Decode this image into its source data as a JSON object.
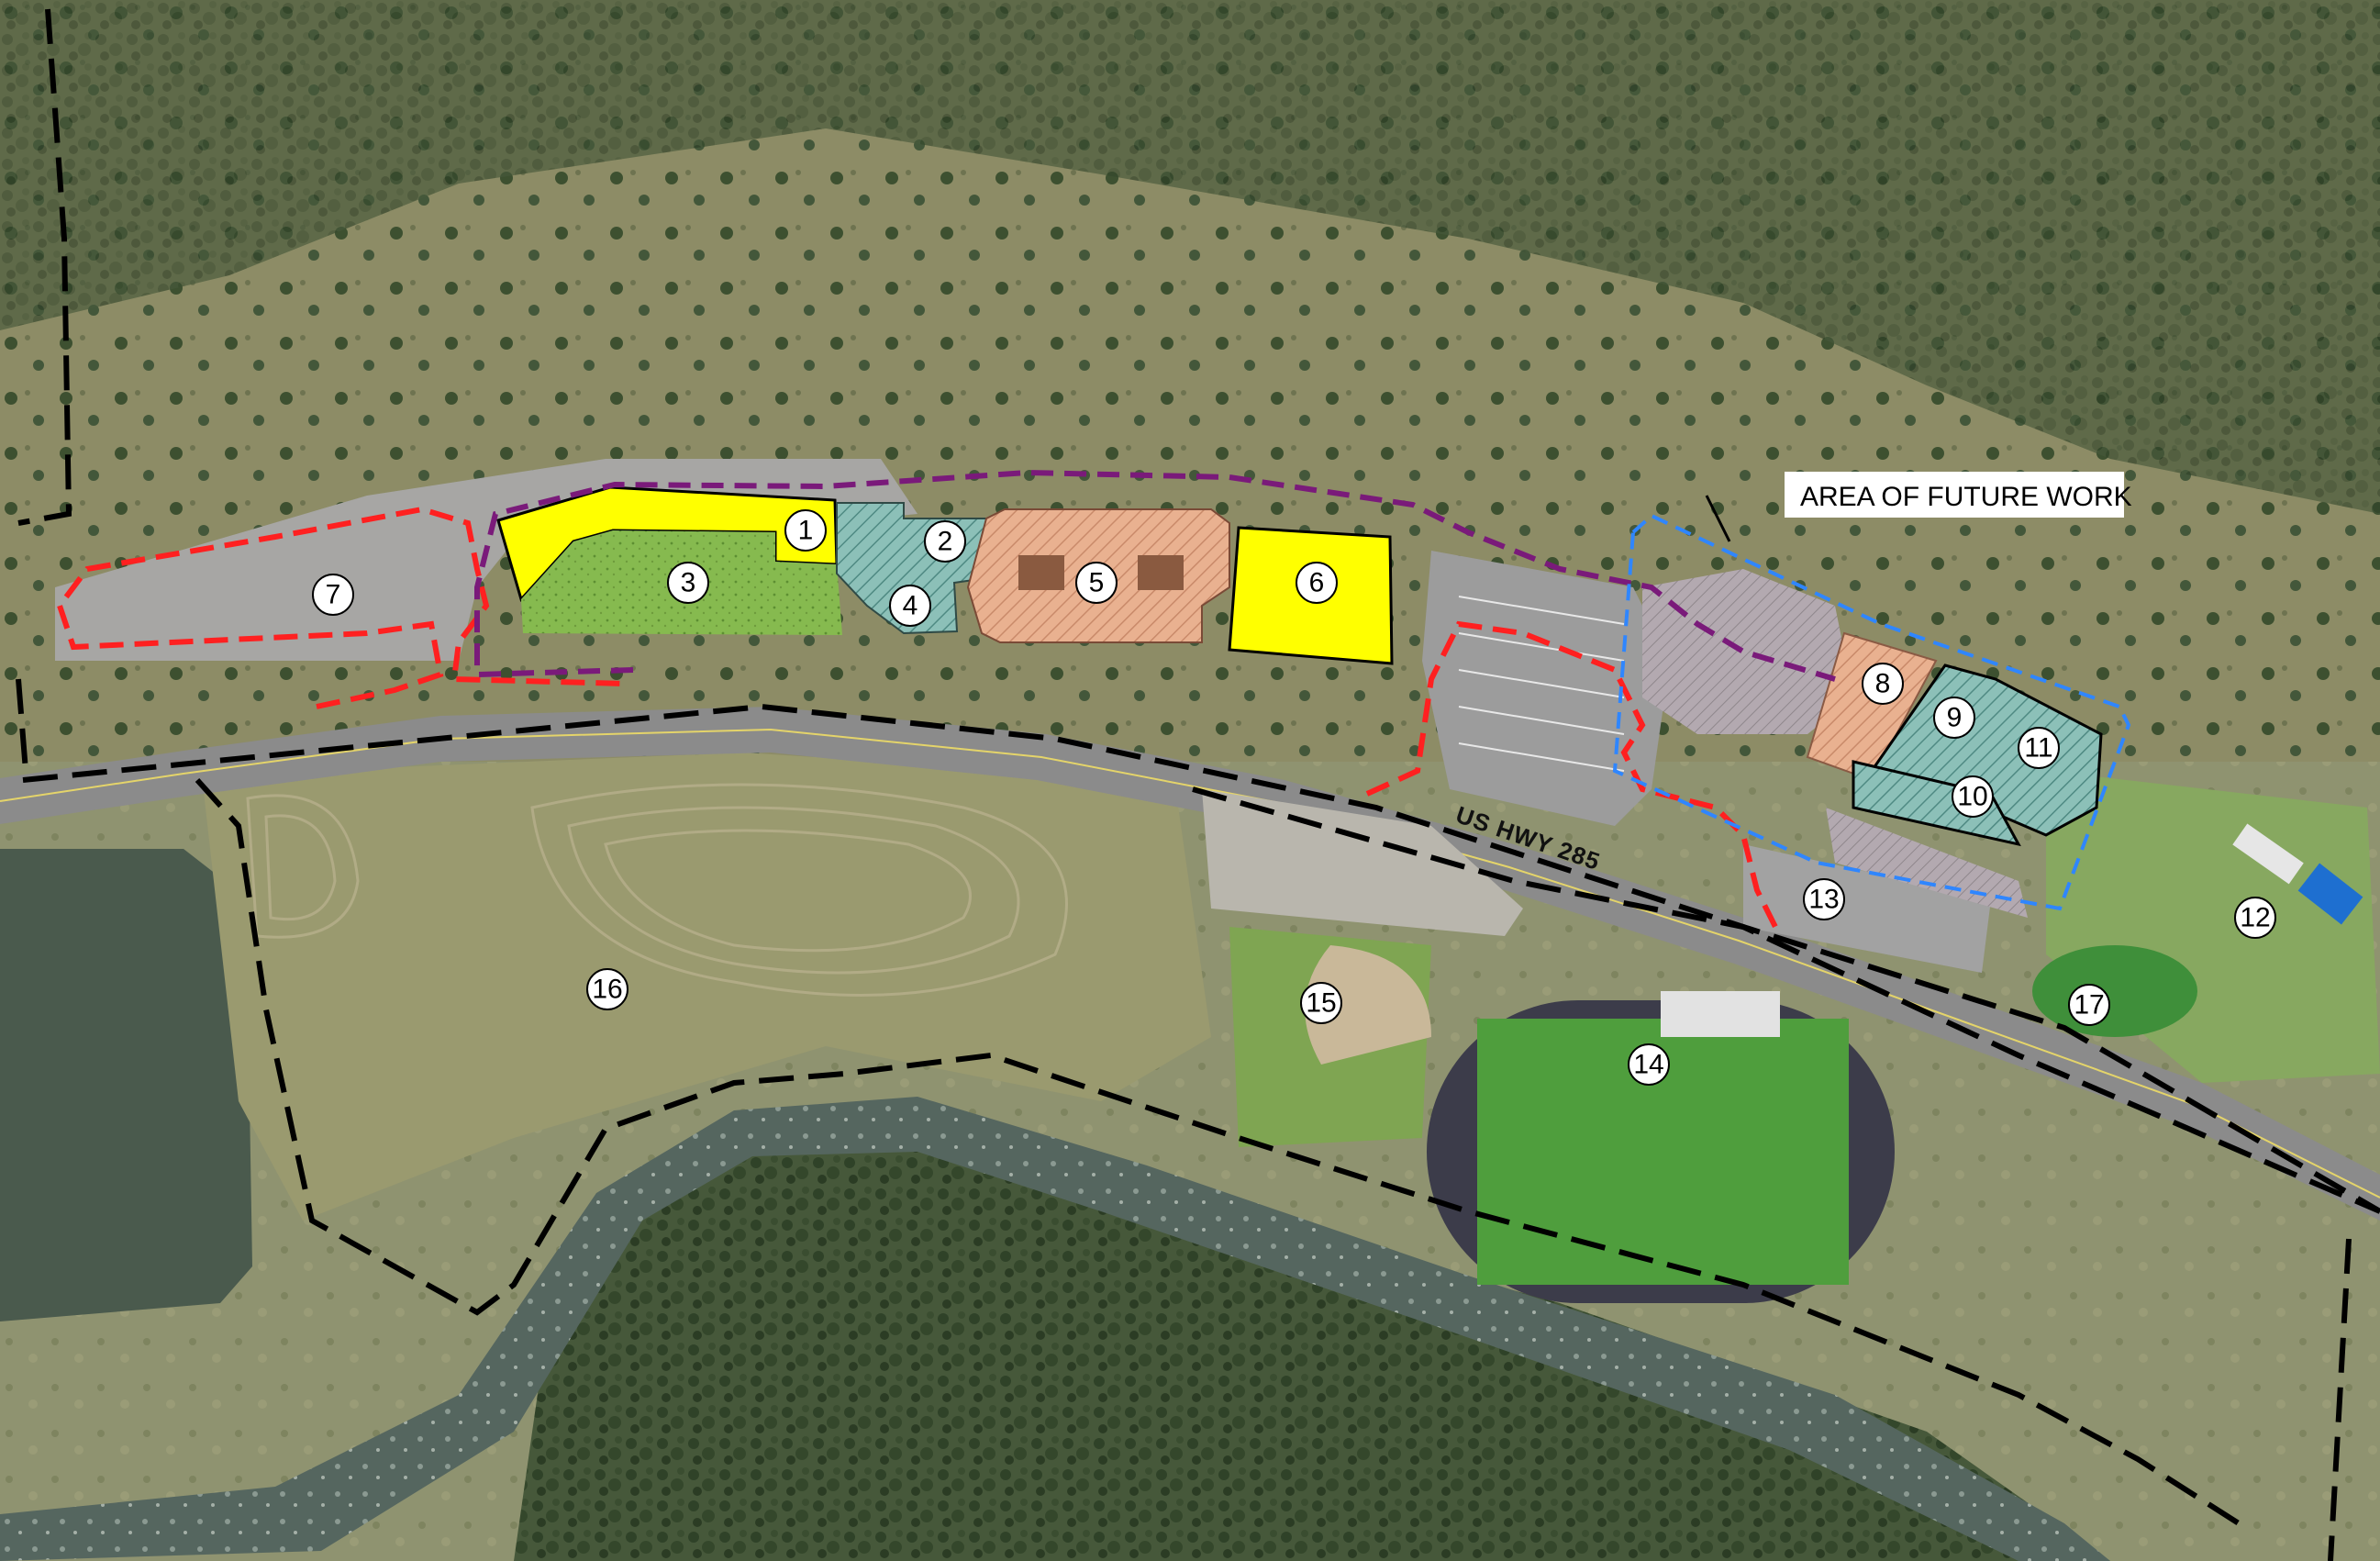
{
  "map": {
    "callout_label": "AREA OF FUTURE WORK",
    "highway_label": "US HWY 285",
    "site_numbers": [
      "1",
      "2",
      "3",
      "4",
      "5",
      "6",
      "7",
      "8",
      "9",
      "10",
      "11",
      "12",
      "13",
      "14",
      "15",
      "16",
      "17"
    ]
  },
  "colors": {
    "forest": "#3f5233",
    "meadow": "#8f936a",
    "pavement": "#a9a9a9",
    "road": "#8e8e8e",
    "river": "#4d5d57",
    "pond": "#47574a",
    "field_green": "#4c9a3a",
    "yellow": "#ffff00",
    "salmon": "#e4a586",
    "teal": "#7fb3ad",
    "grass_hatch": "#82ba4b",
    "red_line": "#ff2020",
    "purple_line": "#7a1a7a",
    "blue_line": "#2f86ff",
    "black_line": "#000000",
    "blue_box": "#1e6fd0"
  }
}
